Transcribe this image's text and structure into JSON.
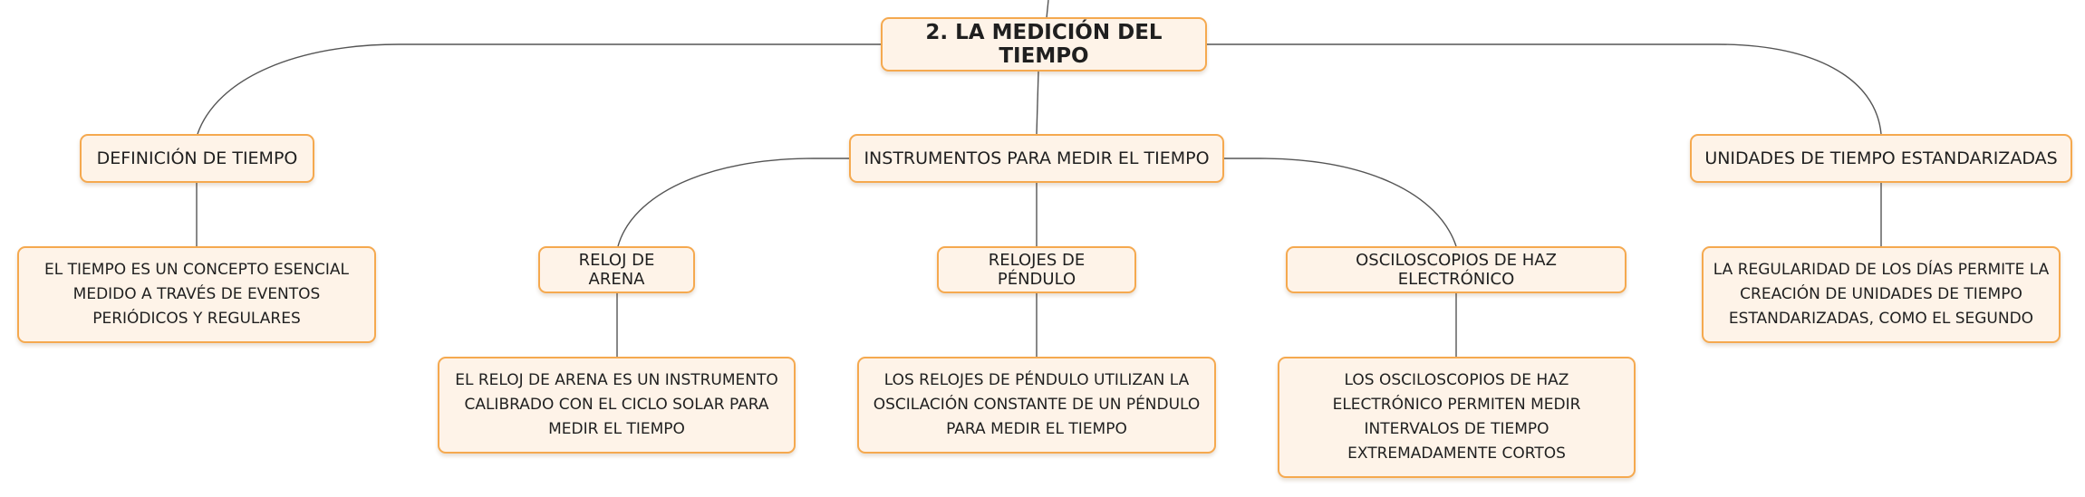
{
  "root": {
    "label": "2. LA MEDICIÓN DEL TIEMPO"
  },
  "branches": [
    {
      "label": "DEFINICIÓN DE TIEMPO",
      "detail": "EL TIEMPO ES UN CONCEPTO ESENCIAL MEDIDO A TRAVÉS DE EVENTOS PERIÓDICOS Y REGULARES"
    },
    {
      "label": "INSTRUMENTOS PARA MEDIR EL TIEMPO",
      "children": [
        {
          "label": "RELOJ DE ARENA",
          "detail": "EL RELOJ DE ARENA ES UN INSTRUMENTO CALIBRADO CON EL CICLO SOLAR PARA MEDIR EL TIEMPO"
        },
        {
          "label": "RELOJES DE PÉNDULO",
          "detail": "LOS RELOJES DE PÉNDULO UTILIZAN LA OSCILACIÓN CONSTANTE DE UN PÉNDULO PARA MEDIR EL TIEMPO"
        },
        {
          "label": "OSCILOSCOPIOS DE HAZ ELECTRÓNICO",
          "detail": "LOS OSCILOSCOPIOS DE HAZ ELECTRÓNICO PERMITEN MEDIR INTERVALOS DE TIEMPO EXTREMADAMENTE CORTOS"
        }
      ]
    },
    {
      "label": "UNIDADES DE TIEMPO ESTANDARIZADAS",
      "detail": "LA REGULARIDAD DE LOS DÍAS PERMITE LA CREACIÓN DE UNIDADES DE TIEMPO ESTANDARIZADAS, COMO EL SEGUNDO"
    }
  ],
  "colors": {
    "node_fill": "#fef3e8",
    "node_border": "#f5a94f",
    "connector": "#555555"
  }
}
